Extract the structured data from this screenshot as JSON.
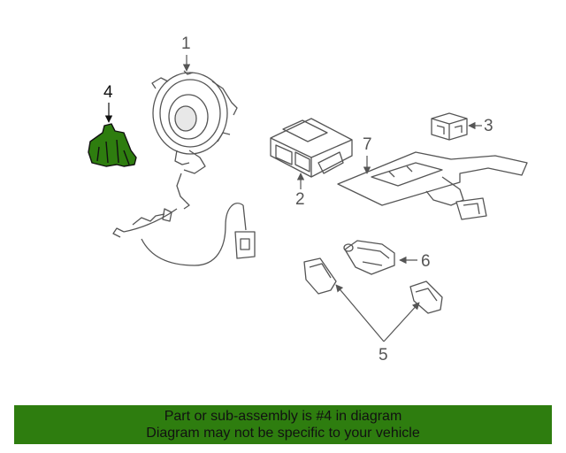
{
  "callouts": {
    "c1": "1",
    "c2": "2",
    "c3": "3",
    "c4": "4",
    "c5": "5",
    "c6": "6",
    "c7": "7"
  },
  "banner": {
    "line1": "Part or sub-assembly is #4 in diagram",
    "line2": "Diagram may not be specific to your vehicle"
  },
  "colors": {
    "highlight_fill": "#2e7d0f",
    "banner_background": "#2e7d0f",
    "line": "#555555"
  }
}
